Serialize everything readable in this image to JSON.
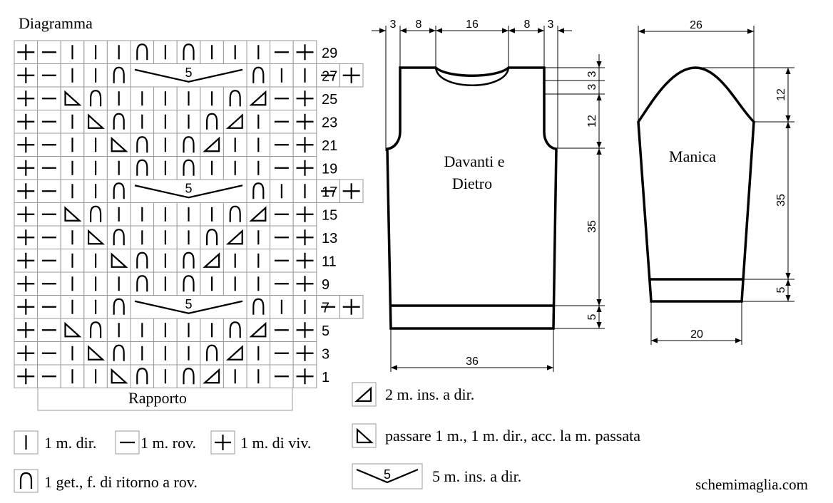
{
  "chart_title": "Diagramma",
  "chart": {
    "row_labels": [
      "29",
      "27",
      "25",
      "23",
      "21",
      "19",
      "17",
      "15",
      "13",
      "11",
      "9",
      "7",
      "5",
      "3",
      "1"
    ],
    "repeat_label": "Rapporto",
    "rows": [
      [
        "+",
        "-",
        "|",
        "|",
        "|",
        "o",
        "|",
        "o",
        "|",
        "|",
        "|",
        "-",
        "+"
      ],
      [
        "+",
        "-",
        "|",
        "|",
        "o",
        "d5",
        "o",
        "|",
        "|",
        "-",
        "+"
      ],
      [
        "+",
        "-",
        "r",
        "o",
        "|",
        "|",
        "|",
        "|",
        "|",
        "o",
        "l",
        "-",
        "+"
      ],
      [
        "+",
        "-",
        "|",
        "r",
        "o",
        "|",
        "|",
        "|",
        "o",
        "l",
        "|",
        "-",
        "+"
      ],
      [
        "+",
        "-",
        "|",
        "|",
        "r",
        "o",
        "|",
        "o",
        "l",
        "|",
        "|",
        "-",
        "+"
      ],
      [
        "+",
        "-",
        "|",
        "|",
        "|",
        "o",
        "|",
        "o",
        "|",
        "|",
        "|",
        "-",
        "+"
      ],
      [
        "+",
        "-",
        "|",
        "|",
        "o",
        "d5",
        "o",
        "|",
        "|",
        "-",
        "+"
      ],
      [
        "+",
        "-",
        "r",
        "o",
        "|",
        "|",
        "|",
        "|",
        "|",
        "o",
        "l",
        "-",
        "+"
      ],
      [
        "+",
        "-",
        "|",
        "r",
        "o",
        "|",
        "|",
        "|",
        "o",
        "l",
        "|",
        "-",
        "+"
      ],
      [
        "+",
        "-",
        "|",
        "|",
        "r",
        "o",
        "|",
        "o",
        "l",
        "|",
        "|",
        "-",
        "+"
      ],
      [
        "+",
        "-",
        "|",
        "|",
        "|",
        "o",
        "|",
        "o",
        "|",
        "|",
        "|",
        "-",
        "+"
      ],
      [
        "+",
        "-",
        "|",
        "|",
        "o",
        "d5",
        "o",
        "|",
        "|",
        "-",
        "+"
      ],
      [
        "+",
        "-",
        "r",
        "o",
        "|",
        "|",
        "|",
        "|",
        "|",
        "o",
        "l",
        "-",
        "+"
      ],
      [
        "+",
        "-",
        "|",
        "r",
        "o",
        "|",
        "|",
        "|",
        "o",
        "l",
        "|",
        "-",
        "+"
      ],
      [
        "+",
        "-",
        "|",
        "|",
        "r",
        "o",
        "|",
        "o",
        "l",
        "|",
        "|",
        "-",
        "+"
      ]
    ]
  },
  "legend": {
    "knit": "1 m. dir.",
    "purl": "1 m. rov.",
    "edge": "1 m. di viv.",
    "yo": "1 get., f. di ritorno a rov.",
    "k2tog": "2 m. ins. a dir.",
    "skp": "passare 1 m., 1 m. dir., acc. la m. passata",
    "dec5_number": "5",
    "dec5": "5 m. ins. a dir."
  },
  "body": {
    "label_line1": "Davanti e",
    "label_line2": "Dietro",
    "top_dims": [
      "3",
      "8",
      "16",
      "8",
      "3"
    ],
    "right_dims": [
      "3",
      "3",
      "12",
      "35",
      "5"
    ],
    "bottom_dim": "36"
  },
  "sleeve": {
    "label": "Manica",
    "top_dim": "26",
    "right_dims": [
      "12",
      "35",
      "5"
    ],
    "bottom_dim": "20"
  },
  "site": "schemimaglia.com"
}
